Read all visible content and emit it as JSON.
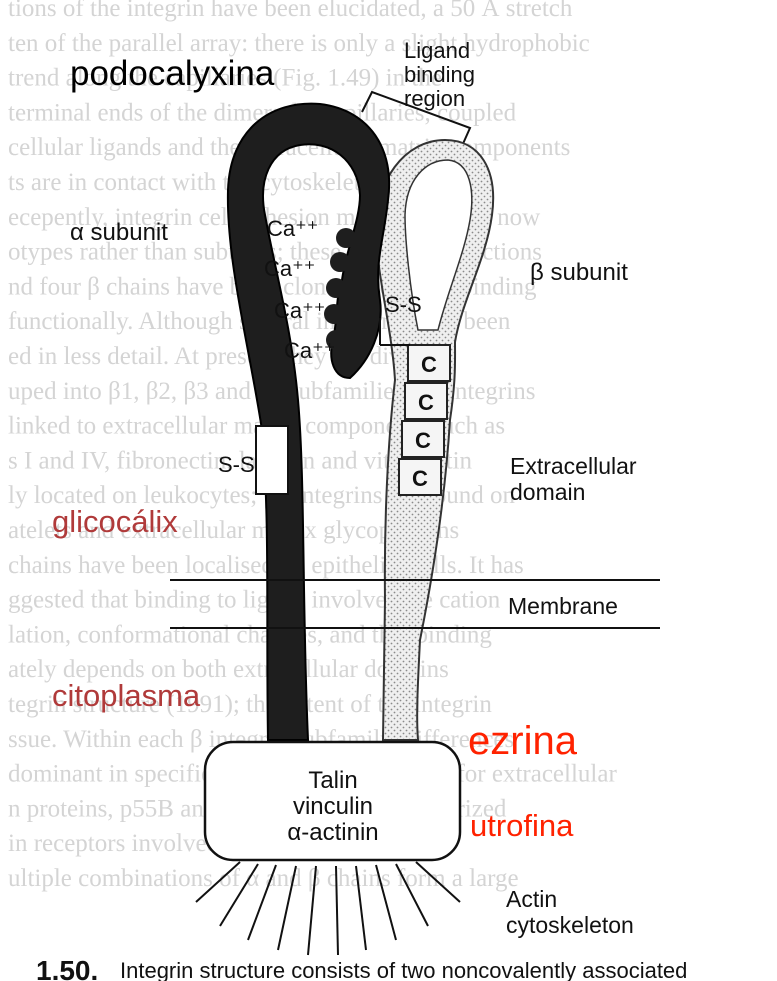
{
  "overlay_labels": {
    "podocalyxin": "podocalyxina",
    "glycocalyx": "glicocálix",
    "cytoplasm": "citoplasma",
    "ezrin": "ezrina",
    "utrophin": "utrofina"
  },
  "diagram": {
    "ligand_binding_line1": "Ligand",
    "ligand_binding_line2": "binding",
    "ligand_binding_line3": "region",
    "alpha_subunit": "α subunit",
    "beta_subunit": "β subunit",
    "ca_label": "Ca⁺⁺",
    "ss_label": "S-S",
    "c_label": "C",
    "extracellular_line1": "Extracellular",
    "extracellular_line2": "domain",
    "membrane": "Membrane",
    "talin_line1": "Talin",
    "vinculin_line2": "vinculin",
    "actinin_line3": "α-actinin",
    "actin_line1": "Actin",
    "actin_line2": "cytoskeleton"
  },
  "caption": {
    "number": "1.50.",
    "text": "Integrin structure consists of two noncovalently associated"
  },
  "background_text": [
    "tions of the integrin have been elucidated, a 50 Å stretch",
    "ten of the parallel array: there is only a slight hydrophobic",
    "trend along the capillaries (Fig. 1.49) in the",
    "terminal ends of the dimer; the capillaries, coupled",
    "cellular ligands and the extracellular matrix components",
    "ts are in contact with the cytoskeletal elements",
    "ecepently, integrin cell adhesion molecules have now",
    "otypes rather than subunits; these types and functions",
    "nd four β chains have been cloned and many binding",
    "functionally. Although several integrins have been",
    "ed in less detail. At present they are divided",
    "uped into β1, β2, β3 and β4 subfamilies. β1 integrins",
    "linked to extracellular matrix components such as",
    "s I and IV, fibronectin, laminin and vitronectin",
    "ly located on leukocytes; β3 integrins are found on",
    "atelets and extracellular matrix glycoproteins",
    "chains have been localised on epithelial cells. It has",
    "ggested that binding to ligand involves the cation",
    "lation, conformational changes, and that binding",
    "ately depends on both extracellular domains",
    "tegrin structure (1991); the extent of the integrin",
    "ssue. Within each β integrin subfamily, differences",
    "dominant in specific expression of receptors for extracellular",
    "n proteins, p55B and p50 have been characterized",
    "in receptors involved in cytoskeletal linkage",
    "ultiple combinations of α and β chains form a large"
  ]
}
